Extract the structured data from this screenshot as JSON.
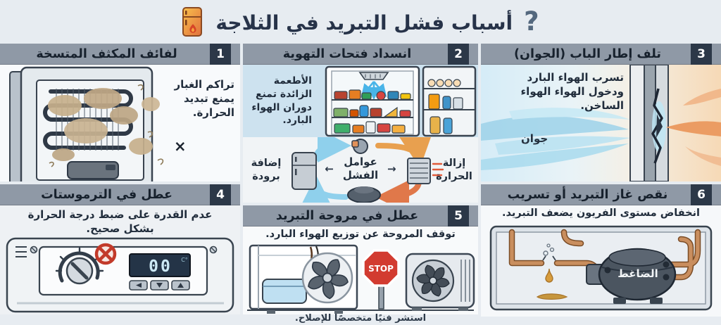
{
  "header": {
    "question_mark": "?",
    "title": "أسباب فشل التبريد في الثلاجة"
  },
  "footer": {
    "text": "استشر فنيًا متخصصًا للإصلاح."
  },
  "panels": {
    "p1": {
      "num": "1",
      "title": "لفائف المكثف المتسخة",
      "caption": "تراكم الغبار يمنع تبديد الحرارة.",
      "x_mark": "×"
    },
    "p2": {
      "num": "2",
      "title": "انسداد فتحات التهوية",
      "caption": "الأطعمة الزائدة تمنع دوران الهواء البارد.",
      "cycle": {
        "center": "عوامل الفشل",
        "left_label": "إضافة برودة",
        "right_label": "إزالة الحرارة",
        "arrow_left": "←",
        "arrow_right": "→"
      }
    },
    "p3": {
      "num": "3",
      "title": "تلف إطار الباب (الجوان)",
      "caption": "تسرب الهواء البارد ودخول الهواء الهواء الساخن.",
      "gasket_label": "جوان"
    },
    "p4": {
      "num": "4",
      "title": "عطل في الترموستات",
      "caption": "عدم القدرة على ضبط درجة الحرارة بشكل صحيح.",
      "display_value": "00",
      "display_unit": "°C"
    },
    "p5": {
      "num": "5",
      "title": "عطل في مروحة التبريد",
      "caption": "توقف المروحة عن توزيع الهواء البارد.",
      "stop_label": "STOP"
    },
    "p6": {
      "num": "6",
      "title": "نقص غاز التبريد أو تسريب",
      "caption": "انخفاض مستوى الفريون يضعف التبريد.",
      "compressor_label": "الضاغط"
    }
  },
  "colors": {
    "background": "#e7ecf1",
    "header_bar": "#8f99a6",
    "badge": "#2c3848",
    "title_text": "#273349",
    "accent_blue": "#7ec8e8",
    "accent_orange": "#e8964a",
    "stop_red": "#d23b2f",
    "copper": "#c98e5e"
  }
}
